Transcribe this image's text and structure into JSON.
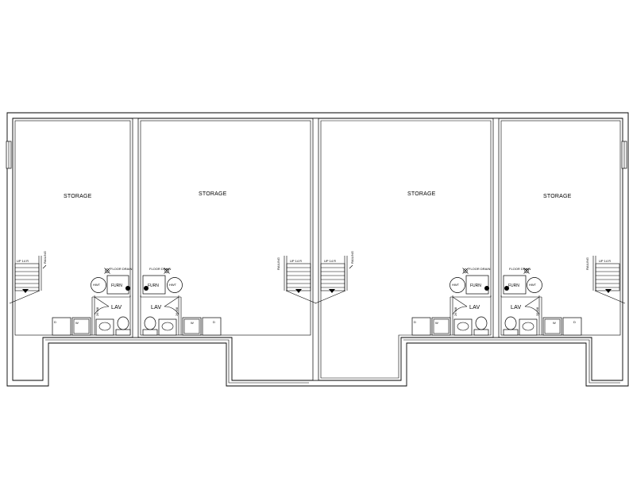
{
  "plan": {
    "units": [
      {
        "storage": "STORAGE",
        "stair": "UP 14 R",
        "railing": "RAILING",
        "drain": "FLOOR DRAIN",
        "furnace": "FURN",
        "water_heater": "HWT",
        "lav": "LAV",
        "door_size": "26 6/8",
        "dryer": "D",
        "washer": "W"
      },
      {
        "storage": "STORAGE",
        "stair": "UP 14 R",
        "railing": "RAILING",
        "drain": "FLOOR DRAIN",
        "furnace": "FURN",
        "water_heater": "HWT",
        "lav": "LAV",
        "door_size": "26 6/8",
        "dryer": "D",
        "washer": "W"
      },
      {
        "storage": "STORAGE",
        "stair": "UP 14 R",
        "railing": "RAILING",
        "drain": "FLOOR DRAIN",
        "furnace": "FURN",
        "water_heater": "HWT",
        "lav": "LAV",
        "door_size": "26 6/8",
        "dryer": "D",
        "washer": "W"
      },
      {
        "storage": "STORAGE",
        "stair": "UP 14 R",
        "railing": "RAILING",
        "drain": "FLOOR DRAIN",
        "furnace": "FURN",
        "water_heater": "HWT",
        "lav": "LAV",
        "door_size": "26 6/8",
        "dryer": "D",
        "washer": "W"
      }
    ]
  }
}
